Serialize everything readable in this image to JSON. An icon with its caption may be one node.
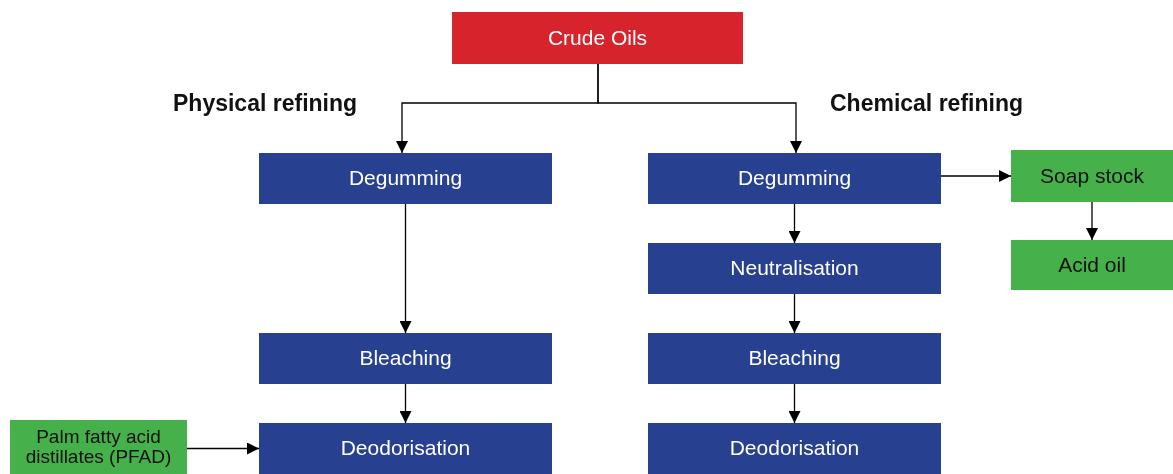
{
  "diagram": {
    "nodes": [
      {
        "text": [
          "Crude Oils"
        ]
      },
      {
        "text": [
          "Degumming"
        ]
      },
      {
        "text": [
          "Bleaching"
        ]
      },
      {
        "text": [
          "Deodorisation"
        ]
      },
      {
        "text": [
          "Palm fatty acid distillates (PFAD)"
        ]
      },
      {
        "text": [
          "Degumming"
        ]
      },
      {
        "text": [
          "Neutralisation"
        ]
      },
      {
        "text": [
          "Bleaching"
        ]
      },
      {
        "text": [
          "Deodorisation"
        ]
      },
      {
        "text": [
          "Soap stock"
        ]
      },
      {
        "text": [
          "Acid oil"
        ]
      }
    ],
    "edges": [
      {
        "from": 0,
        "to": 1,
        "arrow": "to"
      },
      {
        "from": 0,
        "to": 5,
        "arrow": "to"
      },
      {
        "from": 1,
        "to": 2,
        "arrow": "to"
      },
      {
        "from": 2,
        "to": 3,
        "arrow": "to"
      },
      {
        "from": 4,
        "to": 3,
        "arrow": "to"
      },
      {
        "from": 5,
        "to": 6,
        "arrow": "to"
      },
      {
        "from": 6,
        "to": 7,
        "arrow": "to"
      },
      {
        "from": 7,
        "to": 8,
        "arrow": "to"
      },
      {
        "from": 5,
        "to": 9,
        "arrow": "to"
      },
      {
        "from": 9,
        "to": 10,
        "arrow": "to"
      }
    ],
    "labels": [
      "Physical refining",
      "Chemical refining"
    ]
  }
}
